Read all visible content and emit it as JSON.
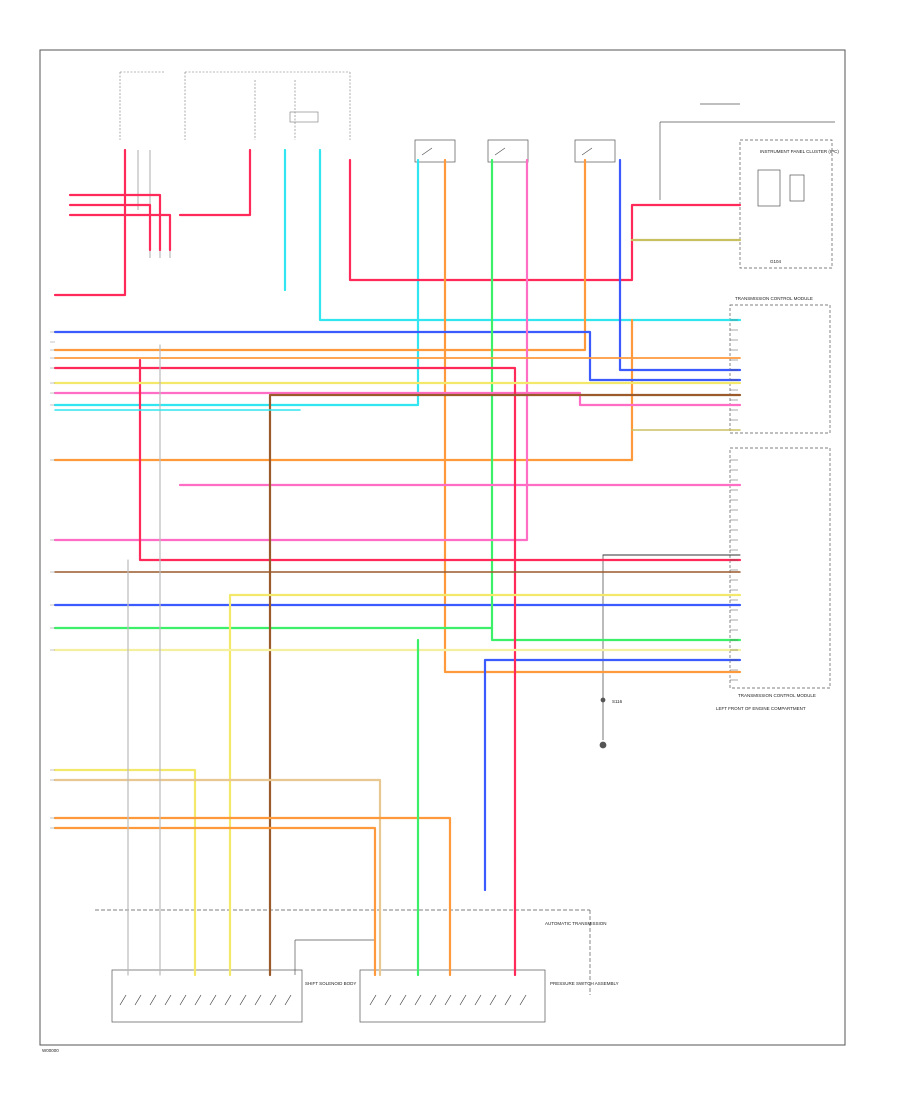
{
  "page": {
    "footer_code": "W00000"
  },
  "palette": {
    "red": "#ff2a5a",
    "pink": "#ff6ec4",
    "cyan": "#31e6f0",
    "green": "#3df06a",
    "orange": "#ff9a3c",
    "blue": "#3b5bff",
    "yellow": "#f3e86a",
    "lightyellow": "#f5f0a0",
    "tan": "#e8c890",
    "brown": "#9a5a2a",
    "olive": "#c8c060",
    "grey": "#9a9a9a",
    "black": "#333333"
  },
  "components": {
    "tcm_upper": "TRANSMISSION CONTROL MODULE",
    "tcm_lower": "TRANSMISSION CONTROL MODULE",
    "tcm_lower_sub": "LEFT FRONT OF ENGINE COMPARTMENT",
    "automatic_transmission": "AUTOMATIC TRANSMISSION",
    "solenoid_body": "SHIFT SOLENOID BODY",
    "pressure_switch": "PRESSURE SWITCH ASSEMBLY",
    "instrument_cluster": "INSTRUMENT PANEL CLUSTER (IPC)",
    "ground": "G104",
    "splice": "S116"
  }
}
